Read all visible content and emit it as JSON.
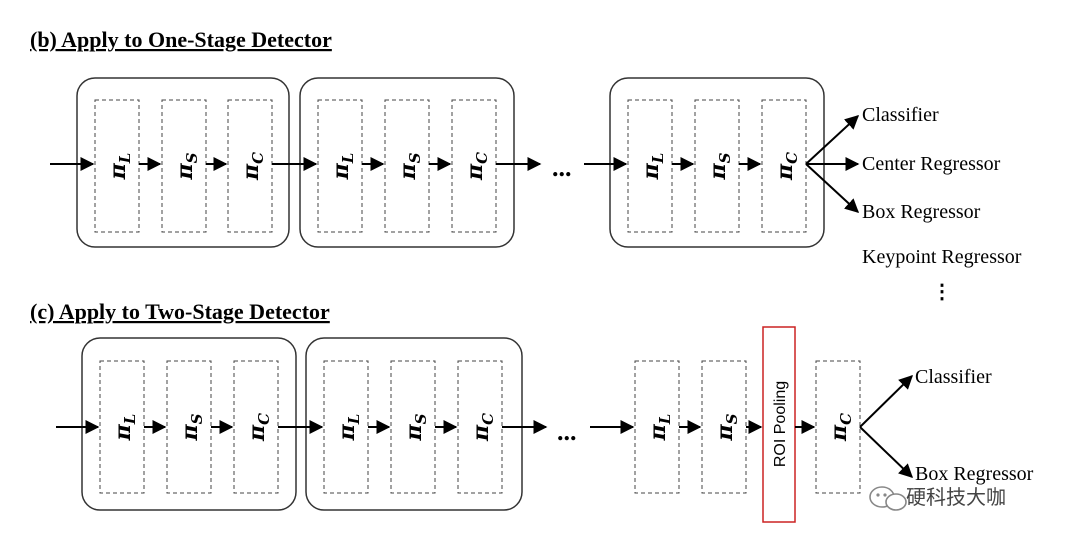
{
  "sections": {
    "one_stage": {
      "title": "(b) Apply to One-Stage Detector",
      "stages": [
        [
          "L",
          "S",
          "C"
        ],
        [
          "L",
          "S",
          "C"
        ],
        [
          "L",
          "S",
          "C"
        ]
      ],
      "ellipsis": "...",
      "outputs": [
        "Classifier",
        "Center Regressor",
        "Box Regressor",
        "Keypoint Regressor"
      ],
      "more": "⋮"
    },
    "two_stage": {
      "title": "(c) Apply to Two-Stage Detector",
      "stages": [
        [
          "L",
          "S",
          "C"
        ],
        [
          "L",
          "S",
          "C"
        ]
      ],
      "tail_blocks": [
        "L",
        "S"
      ],
      "roi_label": "ROI Pooling",
      "after_roi": "C",
      "ellipsis": "...",
      "outputs": [
        "Classifier",
        "Box Regressor"
      ]
    }
  },
  "symbol": "π",
  "watermark": "硬科技大咖",
  "colors": {
    "roi_border": "#cc2222",
    "line": "#000000"
  }
}
